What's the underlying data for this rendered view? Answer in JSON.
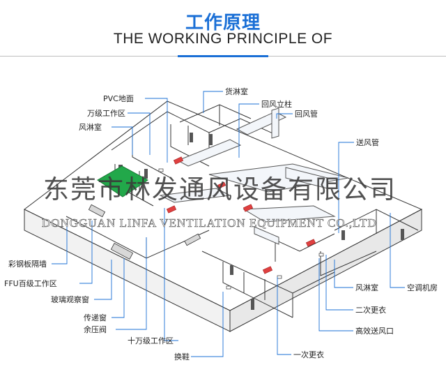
{
  "header": {
    "title_cn": "工作原理",
    "title_en": "THE WORKING PRINCIPLE OF",
    "accent_color": "#1a6fd6"
  },
  "watermark": {
    "company_cn": "东莞市林发通风设备有限公司",
    "company_en": "DONGGUAN LINFA VENTILATION EQUIPMENT CO.,LTD"
  },
  "labels": {
    "pvc_floor": "PVC地面",
    "class_10000": "万级工作区",
    "air_shower": "风淋室",
    "cargo_shower": "货淋室",
    "return_column": "回风立柱",
    "return_duct": "回风管",
    "supply_duct": "送风管",
    "steel_panel": "彩钢板隔墙",
    "ffu_class100": "FFU百级工作区",
    "glass_window": "玻璃观察窗",
    "pass_box": "传递窗",
    "relief_valve": "余压阀",
    "class_100000": "十万级工作区",
    "shoe_change": "换鞋",
    "air_shower_2": "风淋室",
    "second_change": "二次更衣",
    "hepa_outlet": "高效送风口",
    "first_change": "一次更衣",
    "ac_room": "空调机房"
  },
  "colors": {
    "wall_line": "#333333",
    "pointer_line": "#1a6fd6",
    "duct_fill": "#f3f6fa",
    "hepa_red": "#e04040",
    "ffu_green": "#22a84a"
  }
}
